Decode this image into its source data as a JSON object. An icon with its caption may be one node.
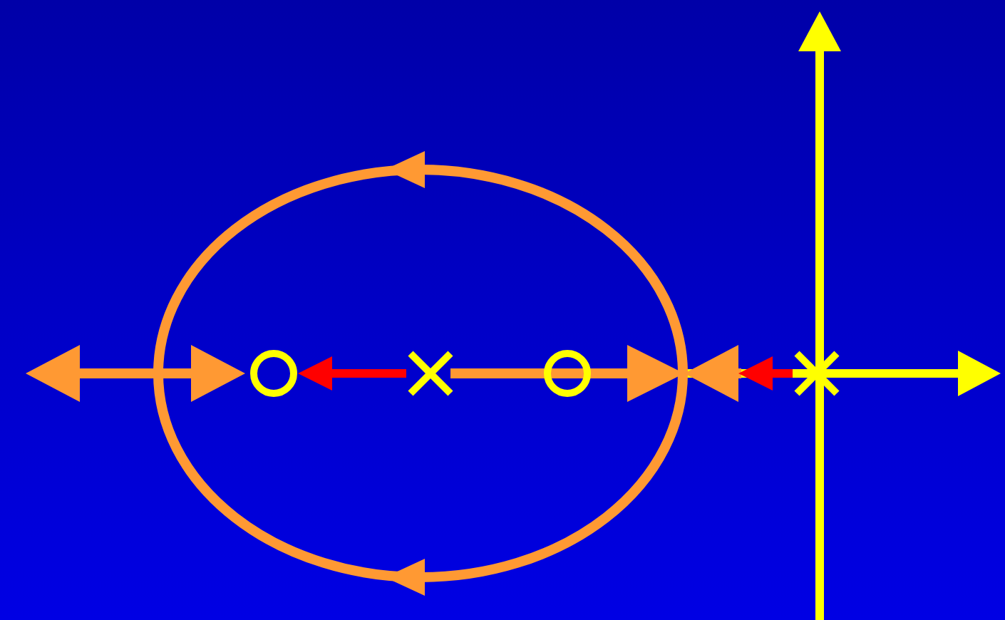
{
  "diagram": {
    "nodes": [
      {
        "text": [],
        "shape": "circle"
      },
      {
        "text": [],
        "shape": "cross"
      },
      {
        "text": [],
        "shape": "circle"
      },
      {
        "text": [],
        "shape": "cross"
      }
    ],
    "edges": [
      {
        "from": 1,
        "to": 0,
        "arrow": "to",
        "color": "#ff0000"
      },
      {
        "from": 3,
        "to": null,
        "arrow": "to",
        "color": "#ff0000"
      }
    ]
  }
}
